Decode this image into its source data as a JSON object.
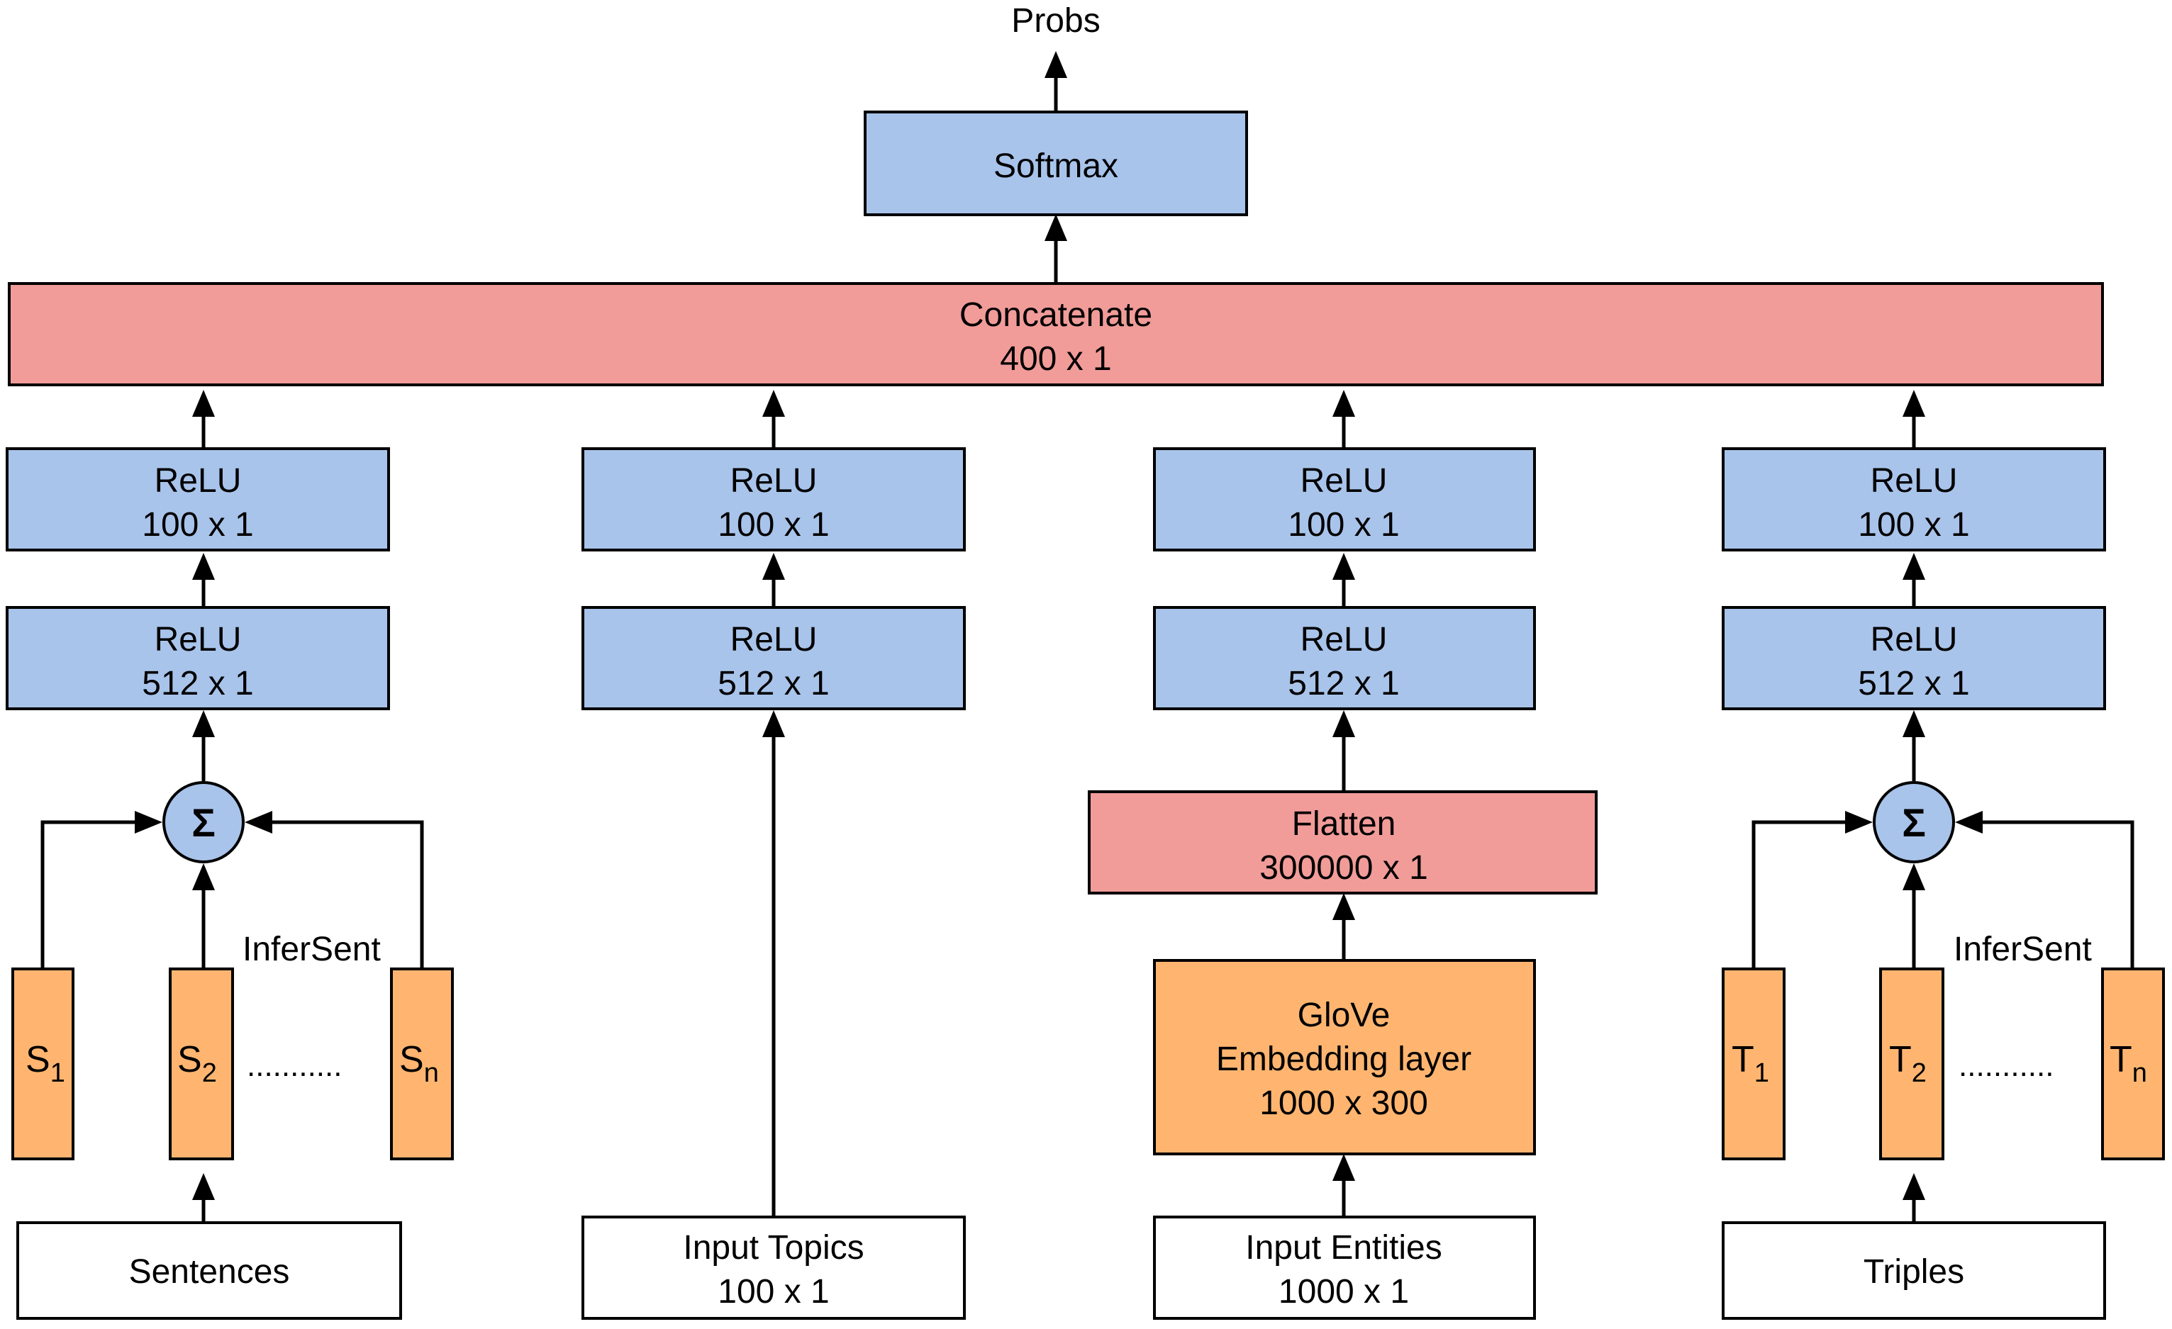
{
  "output_label": "Probs",
  "softmax": {
    "label": "Softmax"
  },
  "concatenate": {
    "label": "Concatenate",
    "dim": "400 x 1"
  },
  "columns": [
    {
      "relu_top": {
        "label": "ReLU",
        "dim": "100 x 1"
      },
      "relu_bottom": {
        "label": "ReLU",
        "dim": "512 x 1"
      },
      "sum_symbol": "Σ",
      "encoder_label": "InferSent",
      "items": [
        {
          "base": "S",
          "sub": "1"
        },
        {
          "base": "S",
          "sub": "2"
        },
        {
          "base": "S",
          "sub": "n"
        }
      ],
      "ellipsis": "...........",
      "input": {
        "label": "Sentences"
      }
    },
    {
      "relu_top": {
        "label": "ReLU",
        "dim": "100 x 1"
      },
      "relu_bottom": {
        "label": "ReLU",
        "dim": "512 x 1"
      },
      "input": {
        "label": "Input Topics",
        "dim": "100 x 1"
      }
    },
    {
      "relu_top": {
        "label": "ReLU",
        "dim": "100 x 1"
      },
      "relu_bottom": {
        "label": "ReLU",
        "dim": "512 x 1"
      },
      "flatten": {
        "label": "Flatten",
        "dim": "300000 x 1"
      },
      "glove": {
        "line1": "GloVe",
        "line2": "Embedding layer",
        "dim": "1000 x 300"
      },
      "input": {
        "label": "Input Entities",
        "dim": "1000 x 1"
      }
    },
    {
      "relu_top": {
        "label": "ReLU",
        "dim": "100 x 1"
      },
      "relu_bottom": {
        "label": "ReLU",
        "dim": "512 x 1"
      },
      "sum_symbol": "Σ",
      "encoder_label": "InferSent",
      "items": [
        {
          "base": "T",
          "sub": "1"
        },
        {
          "base": "T",
          "sub": "2"
        },
        {
          "base": "T",
          "sub": "n"
        }
      ],
      "ellipsis": "...........",
      "input": {
        "label": "Triples"
      }
    }
  ],
  "colors": {
    "layer": "#a9c4eb",
    "merge": "#f19c99",
    "embedding": "#ffb570",
    "input": "#ffffff",
    "stroke": "#000000"
  }
}
